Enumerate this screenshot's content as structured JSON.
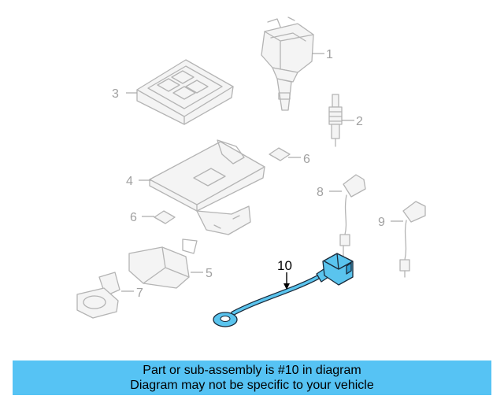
{
  "callouts": {
    "c1": "1",
    "c2": "2",
    "c3": "3",
    "c4": "4",
    "c5": "5",
    "c6a": "6",
    "c6b": "6",
    "c7": "7",
    "c8": "8",
    "c9": "9",
    "c10": "10"
  },
  "highlighted_part": "10",
  "banner": {
    "line1": "Part or sub-assembly is #10 in diagram",
    "line2": "Diagram may not be specific to your vehicle"
  },
  "colors": {
    "banner_bg": "#56c3f4",
    "highlight_fill": "#5ac4ee",
    "ghost_stroke": "#b4b4b4"
  }
}
